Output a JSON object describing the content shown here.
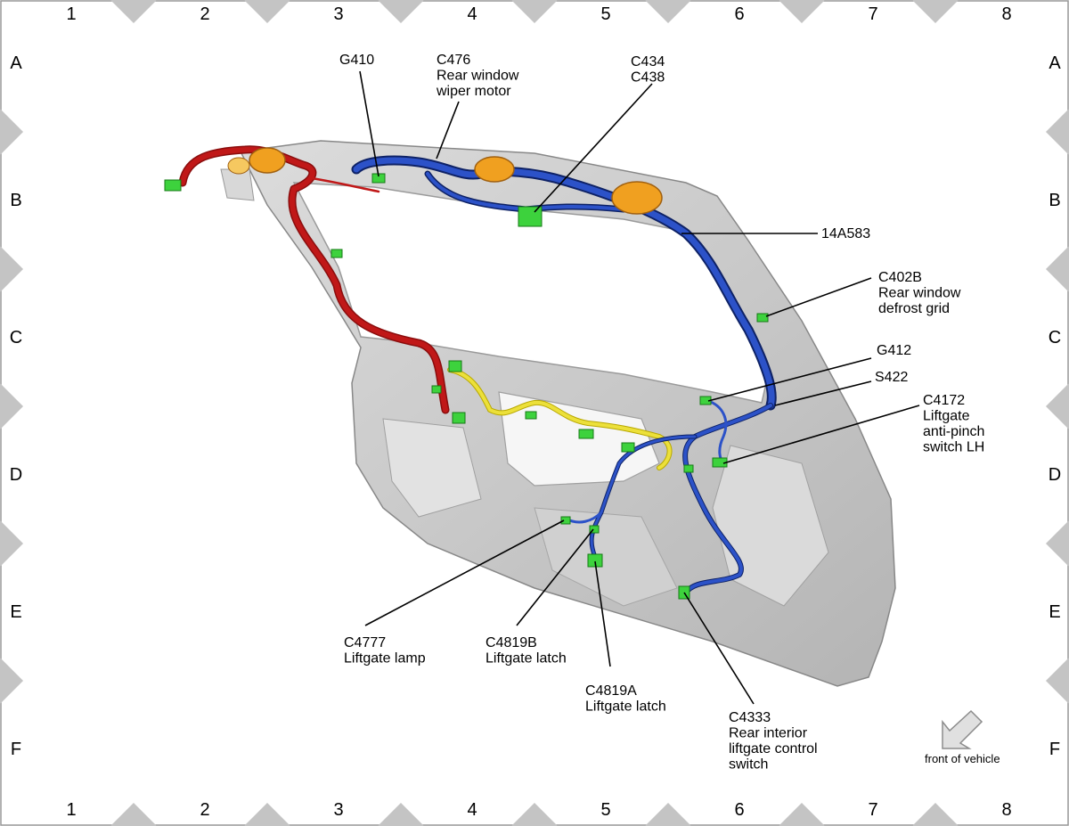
{
  "grid": {
    "columns": [
      "1",
      "2",
      "3",
      "4",
      "5",
      "6",
      "7",
      "8"
    ],
    "rows": [
      "A",
      "B",
      "C",
      "D",
      "E",
      "F"
    ]
  },
  "callouts": [
    {
      "id": "g410",
      "lines": [
        "G410"
      ]
    },
    {
      "id": "c476",
      "lines": [
        "C476",
        "Rear window",
        "wiper motor"
      ]
    },
    {
      "id": "c434",
      "lines": [
        "C434",
        "C438"
      ]
    },
    {
      "id": "14a583",
      "lines": [
        "14A583"
      ]
    },
    {
      "id": "c402b",
      "lines": [
        "C402B",
        "Rear window",
        "defrost grid"
      ]
    },
    {
      "id": "g412",
      "lines": [
        "G412"
      ]
    },
    {
      "id": "s422",
      "lines": [
        "S422"
      ]
    },
    {
      "id": "c4172",
      "lines": [
        "C4172",
        "Liftgate",
        "anti-pinch",
        "switch LH"
      ]
    },
    {
      "id": "c4777",
      "lines": [
        "C4777",
        "Liftgate lamp"
      ]
    },
    {
      "id": "c4819b",
      "lines": [
        "C4819B",
        "Liftgate latch"
      ]
    },
    {
      "id": "c4819a",
      "lines": [
        "C4819A",
        "Liftgate latch"
      ]
    },
    {
      "id": "c4333",
      "lines": [
        "C4333",
        "Rear interior",
        "liftgate control",
        "switch"
      ]
    }
  ],
  "orientation": {
    "label": "front of vehicle",
    "icon": "arrow-down-left-icon"
  },
  "colors": {
    "panel": "#c8c8c8",
    "panel_edge": "#8e8e8e",
    "harness_blue": "#1a3a9c",
    "harness_red": "#c01818",
    "harness_yellow": "#e8dc30",
    "connector_green": "#3dd23d",
    "grommet_orange": "#f0a020",
    "grid_marker": "#c4c4c4"
  }
}
